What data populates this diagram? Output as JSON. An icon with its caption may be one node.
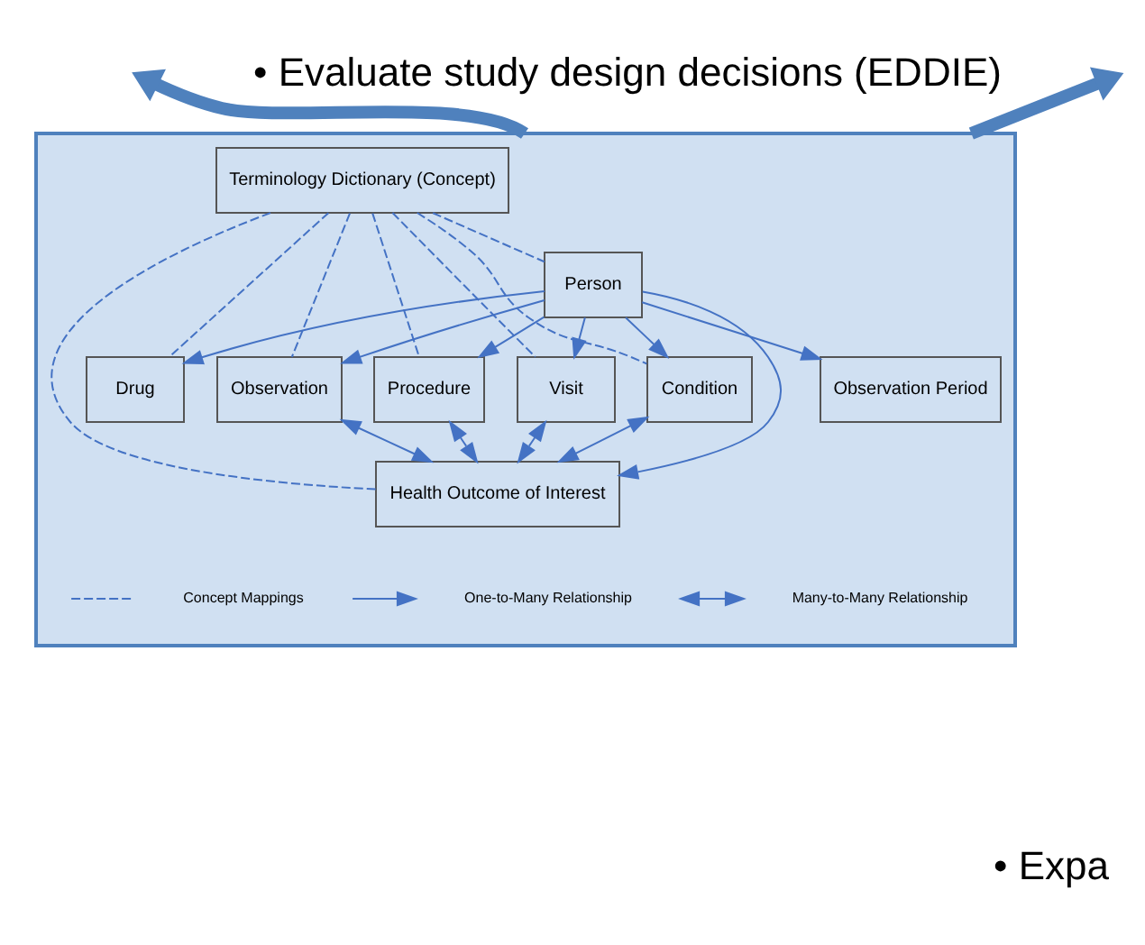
{
  "diagram": {
    "nodes": [
      {
        "text": [],
        "shape": "box"
      },
      {
        "text": [
          "Person"
        ],
        "in": 0
      },
      {
        "text": [
          "Observation Period"
        ],
        "in": 0
      },
      {
        "text": [
          "Drug"
        ],
        "in": 0
      },
      {
        "text": [
          "Condition"
        ],
        "in": 0
      },
      {
        "text": [
          "Observation"
        ],
        "in": 0
      },
      {
        "text": [
          "Procedure"
        ],
        "in": 0
      },
      {
        "text": [
          "Visit"
        ],
        "in": 0
      },
      {
        "text": [
          "Terminology Dictionary (Concept)"
        ],
        "in": 0
      },
      {
        "text": [
          "Health Outcome of Interest"
        ],
        "in": 0
      }
    ],
    "edges": [
      {
        "from": 0,
        "to": null,
        "arrow": "to",
        "style": "thick"
      },
      {
        "from": 0,
        "to": null,
        "arrow": "to",
        "style": "thick"
      },
      {
        "from": 8,
        "to": 1,
        "arrow": "none",
        "style": "dashed"
      },
      {
        "from": 1,
        "to": 2,
        "arrow": "to"
      },
      {
        "from": 1,
        "to": 3,
        "arrow": "to"
      },
      {
        "from": 1,
        "to": 4,
        "arrow": "to"
      },
      {
        "from": 1,
        "to": 5,
        "arrow": "to"
      },
      {
        "from": 1,
        "to": 6,
        "arrow": "to"
      },
      {
        "from": 1,
        "to": 7,
        "arrow": "to"
      },
      {
        "from": 1,
        "to": 9,
        "arrow": "to"
      },
      {
        "from": 8,
        "to": 3,
        "arrow": "none",
        "style": "dashed"
      },
      {
        "from": 8,
        "to": 4,
        "arrow": "none",
        "style": "dashed"
      },
      {
        "from": 8,
        "to": 5,
        "arrow": "none",
        "style": "dashed"
      },
      {
        "from": 8,
        "to": 6,
        "arrow": "none",
        "style": "dashed"
      },
      {
        "from": 8,
        "to": 7,
        "arrow": "none",
        "style": "dashed"
      },
      {
        "from": 8,
        "to": 9,
        "arrow": "none",
        "style": "dashed"
      },
      {
        "from": 4,
        "to": 9,
        "arrow": "both"
      },
      {
        "from": 5,
        "to": 9,
        "arrow": "both"
      },
      {
        "from": 6,
        "to": 9,
        "arrow": "both"
      },
      {
        "from": 7,
        "to": 9,
        "arrow": "both"
      }
    ],
    "labels": [
      "• Evaluate study design decisions (EDDIE)",
      "• Expa"
    ],
    "legend": [
      {
        "text": "Concept Mappings"
      },
      {
        "text": "One-to-Many Relationship"
      },
      {
        "text": "Many-to-Many Relationship"
      }
    ]
  }
}
